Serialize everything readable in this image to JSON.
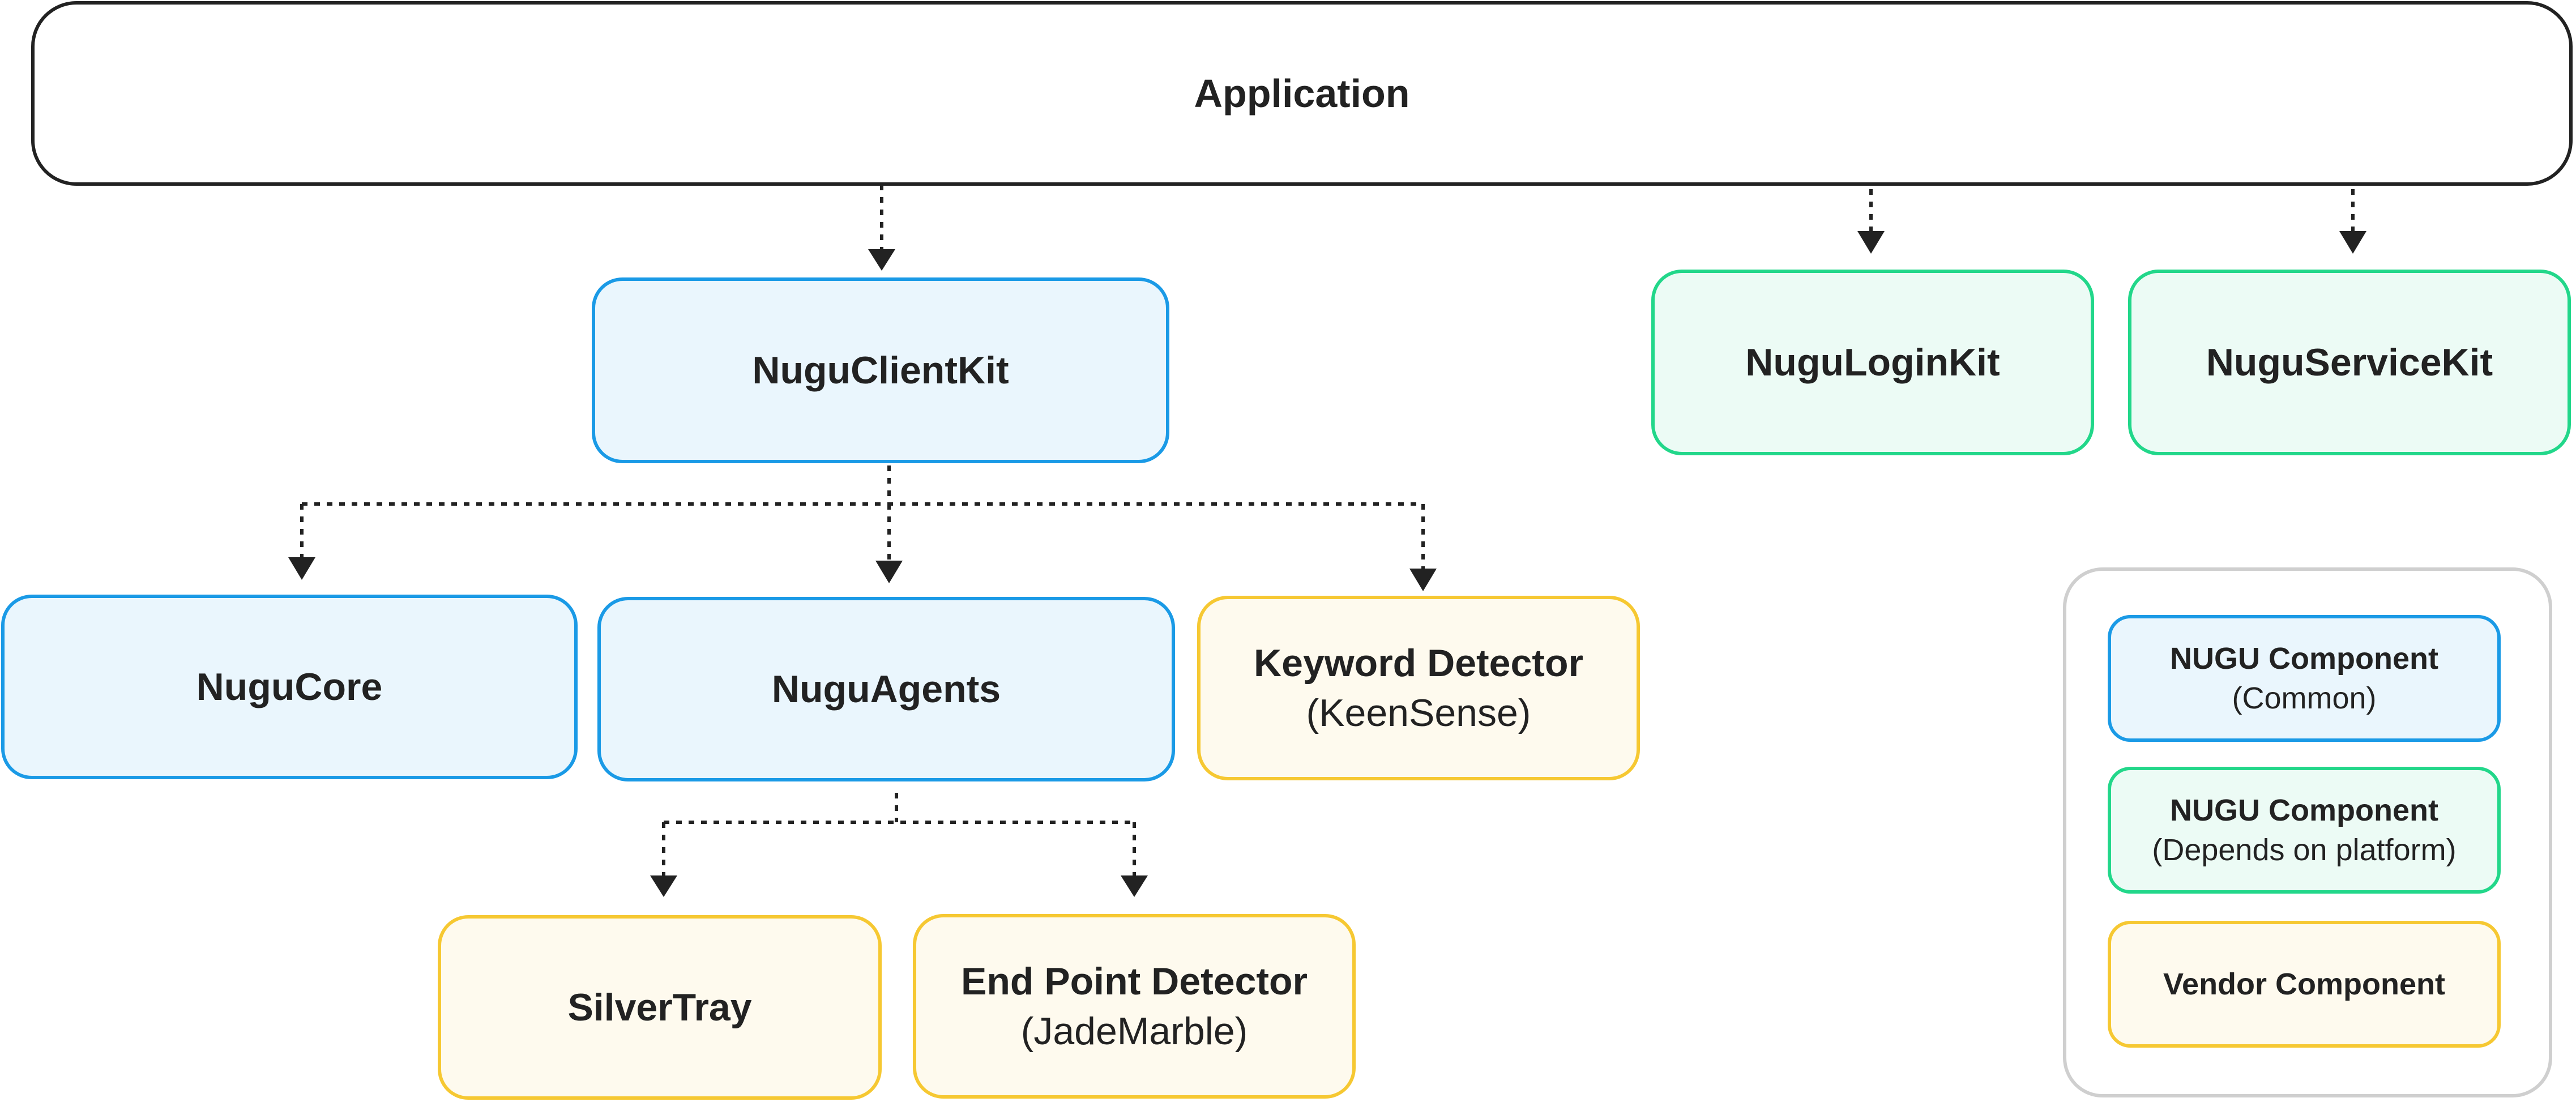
{
  "nodes": {
    "application": {
      "title": "Application"
    },
    "nugu_client_kit": {
      "title": "NuguClientKit"
    },
    "nugu_login_kit": {
      "title": "NuguLoginKit"
    },
    "nugu_service_kit": {
      "title": "NuguServiceKit"
    },
    "nugu_core": {
      "title": "NuguCore"
    },
    "nugu_agents": {
      "title": "NuguAgents"
    },
    "keyword_detector": {
      "title": "Keyword Detector",
      "subtitle": "(KeenSense)"
    },
    "silver_tray": {
      "title": "SilverTray"
    },
    "end_point_detector": {
      "title": "End Point Detector",
      "subtitle": "(JadeMarble)"
    }
  },
  "legend": {
    "common": {
      "title": "NUGU Component",
      "subtitle": "(Common)"
    },
    "platform": {
      "title": "NUGU Component",
      "subtitle": "(Depends on platform)"
    },
    "vendor": {
      "title": "Vendor Component"
    }
  },
  "colors": {
    "common_border": "#1a9ae6",
    "common_fill": "#eaf6fd",
    "platform_border": "#22d78a",
    "platform_fill": "#ecfbf5",
    "vendor_border": "#f6c832",
    "vendor_fill": "#fefaee",
    "connector": "#222222",
    "legend_border": "#cfcfcf"
  }
}
